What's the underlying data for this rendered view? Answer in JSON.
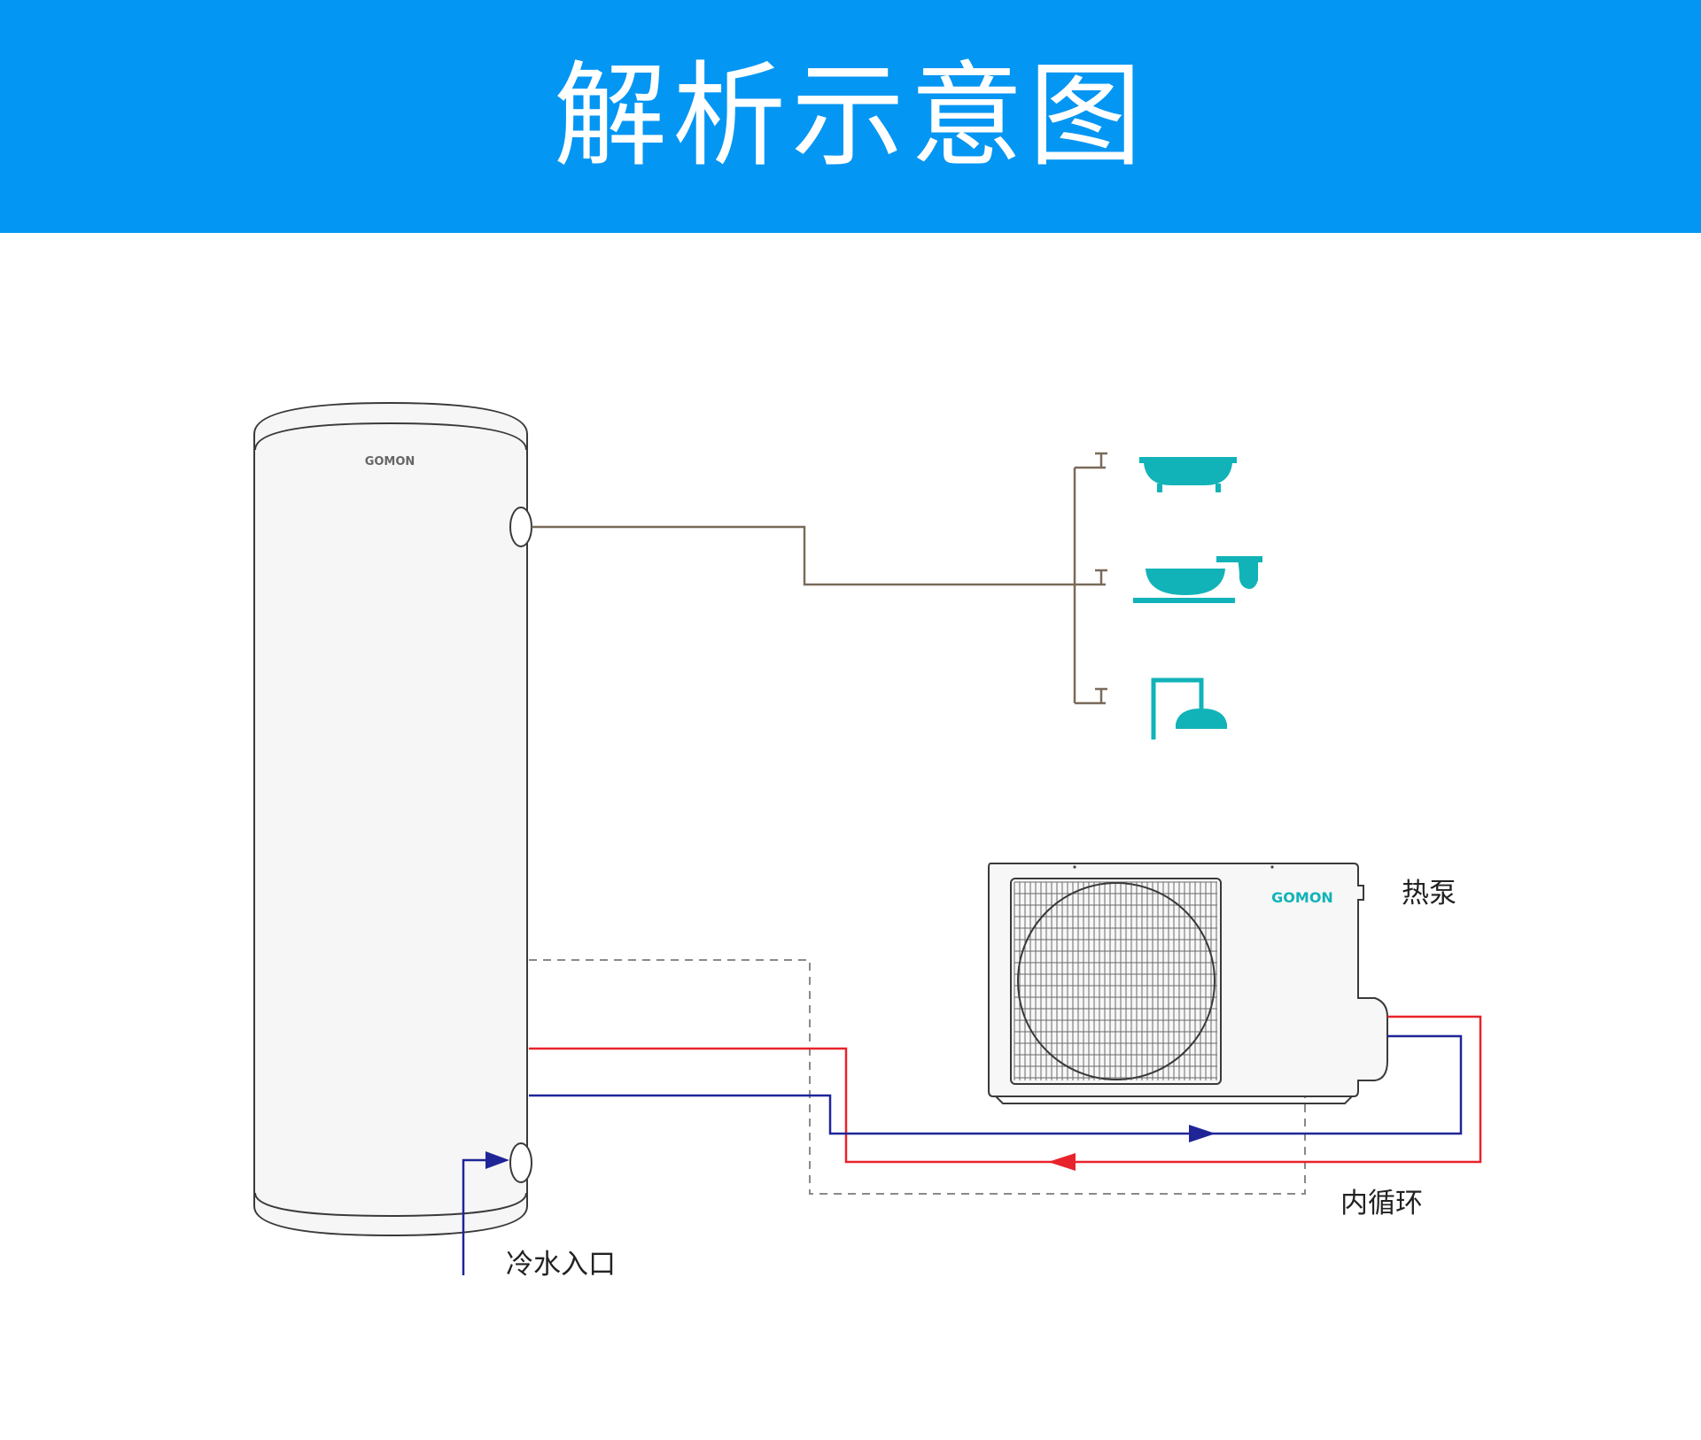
{
  "header": {
    "title": "解析示意图"
  },
  "labels": {
    "heat_pump": "热泵",
    "inner_loop": "内循环",
    "cold_inlet": "冷水入口"
  },
  "tank": {
    "brand": "GOMON"
  },
  "heat_pump_unit": {
    "brand": "GOMON"
  },
  "colors": {
    "header_bg": "#0496f3",
    "hot_pipe": "#e8232b",
    "cold_pipe": "#1f2597",
    "water_pipe": "#7a6a5a",
    "fixture": "#11b3b8",
    "dashed": "#8a8a8a"
  },
  "icons": [
    "bathtub-icon",
    "washbasin-icon",
    "shower-icon",
    "faucet-valve-icon",
    "arrow-icon"
  ]
}
